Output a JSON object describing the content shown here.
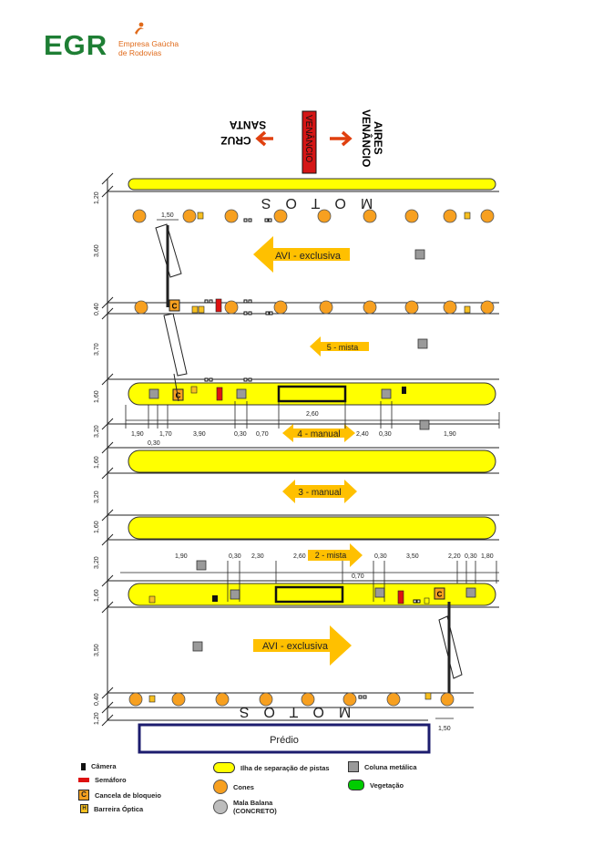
{
  "logo": {
    "brand": "EGR",
    "line1": "Empresa Gaúcha",
    "line2": "de Rodovias"
  },
  "directions": {
    "left_l1": "SANTA",
    "left_l2": "CRUZ",
    "center": "VENÂNCIO",
    "right_l1": "VENÂNCIO",
    "right_l2": "AIRES"
  },
  "lanes": {
    "motos_top": "MOTOS",
    "avi_top": "AVI - exclusiva",
    "lane5": "5 - mista",
    "lane4": "4 - manual",
    "lane3": "3 - manual",
    "lane2": "2 - mista",
    "avi_bottom": "AVI - exclusiva",
    "motos_bottom": "MOTOS"
  },
  "building": "Prédio",
  "dims_left": [
    "1,20",
    "3,60",
    "0,40",
    "3,70",
    "1,60",
    "3,20",
    "1,60",
    "3,20",
    "1,60",
    "3,20",
    "1,60",
    "3,50",
    "0,40",
    "1,20"
  ],
  "dims_row_top": {
    "a": "1,50"
  },
  "dims_row_1": [
    "1,90",
    "0,30",
    "1,70",
    "3,90",
    "0,30",
    "0,70",
    "2,60",
    "2,40",
    "0,30",
    "1,90"
  ],
  "dims_row_2": [
    "1,90",
    "0,30",
    "2,30",
    "2,60",
    "0,70",
    "0,30",
    "3,50",
    "2,20",
    "0,30",
    "1,80"
  ],
  "dims_bottom": {
    "a": "1,50"
  },
  "legend": {
    "camera": "Câmera",
    "semaforo": "Semáforo",
    "cancela": "Cancela de bloqueio",
    "barreira": "Barreira Óptica",
    "ilha": "Ilha de separação de pistas",
    "cones": "Cones",
    "mala_l1": "Mala Balana",
    "mala_l2": "(CONCRETO)",
    "coluna": "Coluna metálica",
    "vegetacao": "Vegetação"
  },
  "symbols": {
    "cancela": "C",
    "barreira": "H"
  },
  "colors": {
    "island": "#ffff00",
    "cone": "#f7a020",
    "arrow_lane": "#ffc000",
    "arrow_dir": "#e0400f",
    "green": "#00cc00",
    "building_border": "#1c1c6e",
    "signal_red": "#dd1111",
    "logo_green": "#1e7e34",
    "logo_orange": "#e06a1a"
  }
}
